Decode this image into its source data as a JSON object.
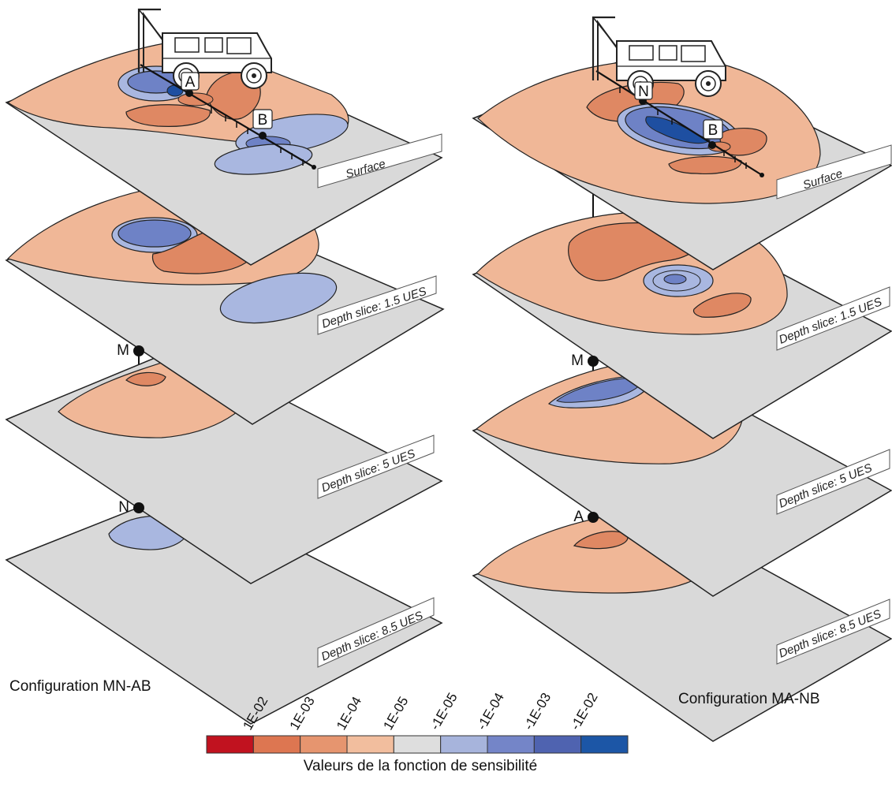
{
  "configurations": [
    {
      "caption": "Configuration MN-AB",
      "surface_electrodes": [
        "A",
        "B"
      ],
      "borehole_electrodes": [
        "M",
        "N"
      ],
      "slices": [
        "Surface",
        "Depth slice: 1.5 UES",
        "Depth slice: 5 UES",
        "Depth slice: 8.5 UES"
      ]
    },
    {
      "caption": "Configuration MA-NB",
      "surface_electrodes": [
        "N",
        "B"
      ],
      "borehole_electrodes": [
        "M",
        "A"
      ],
      "slices": [
        "Surface",
        "Depth slice: 1.5 UES",
        "Depth slice: 5 UES",
        "Depth slice: 8.5 UES"
      ]
    }
  ],
  "legend": {
    "title": "Valeurs de la fonction de sensibilité",
    "ticks": [
      "1E-02",
      "1E-03",
      "1E-04",
      "1E-05",
      "-1E-05",
      "-1E-04",
      "-1E-03",
      "-1E-02"
    ],
    "colors": [
      "#c1121f",
      "#dd7651",
      "#e6956f",
      "#f2be9e",
      "#dedede",
      "#a7b4dc",
      "#7485c8",
      "#4f63b0",
      "#1c56a6"
    ]
  },
  "palette": {
    "plane": "#d9d9d9",
    "light_orange": "#f0b797",
    "mid_orange": "#df8863",
    "light_blue": "#a9b7e0",
    "mid_blue": "#6e82c6",
    "dark_blue": "#1e4fa1"
  }
}
